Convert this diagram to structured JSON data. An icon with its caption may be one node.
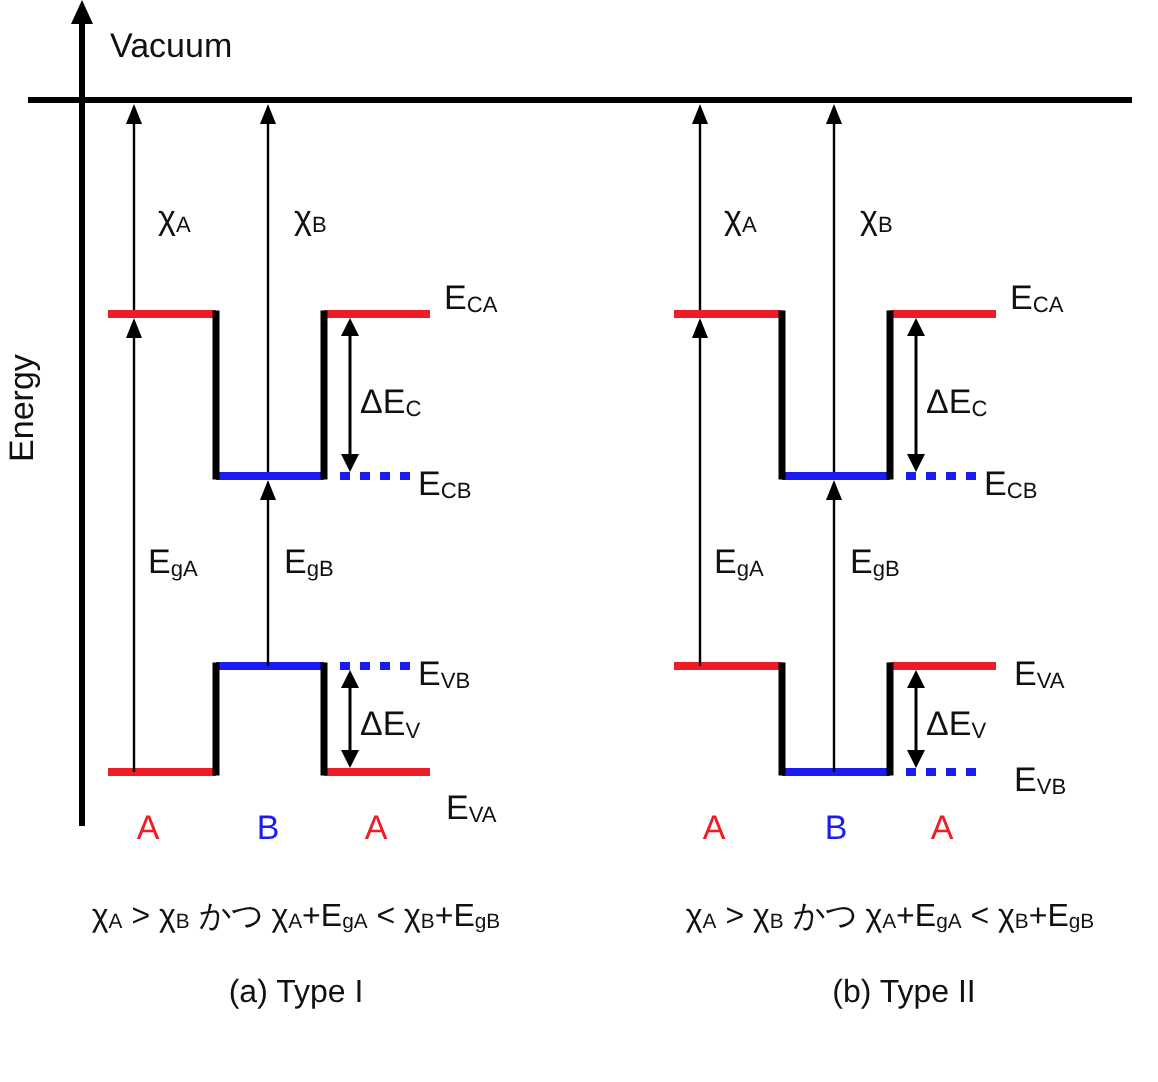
{
  "diagram": {
    "labels": [
      "Vacuum",
      "Energy",
      "χ$_{A}$",
      "χ$_{B}$",
      "E$_{CA}$",
      "ΔE$_{C}$",
      "E$_{CB}$",
      "E$_{gA}$",
      "E$_{gB}$",
      "E$_{VB}$",
      "ΔE$_{V}$",
      "E$_{VA}$",
      "A",
      "B",
      "A",
      "χ$_{A}$ > χ$_{B}$ かつ χ$_{A}$+E$_{gA}$ < χ$_{B}$+E$_{gB}$",
      "(a) Type I",
      "χ$_{A}$",
      "χ$_{B}$",
      "E$_{CA}$",
      "ΔE$_{C}$",
      "E$_{CB}$",
      "E$_{gA}$",
      "E$_{gB}$",
      "E$_{VA}$",
      "ΔE$_{V}$",
      "E$_{VB}$",
      "A",
      "B",
      "A",
      "χ$_{A}$ > χ$_{B}$ かつ χ$_{A}$+E$_{gA}$ < χ$_{B}$+E$_{gB}$",
      "(b) Type II"
    ]
  }
}
